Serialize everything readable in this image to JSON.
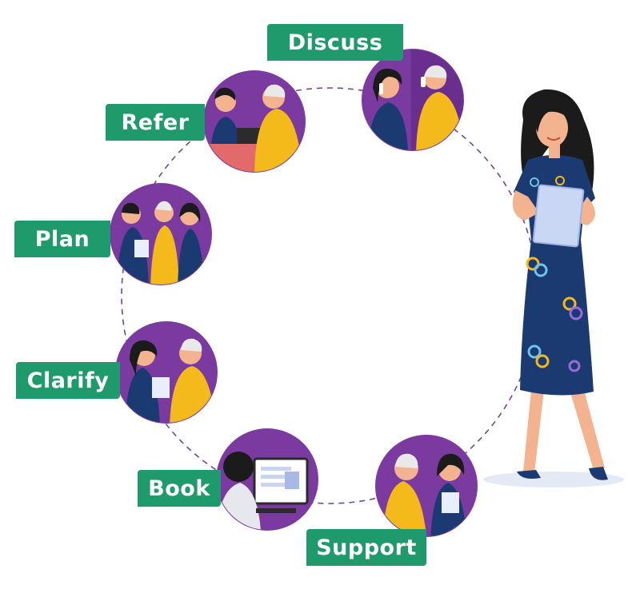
{
  "process": {
    "steps": [
      {
        "id": "discuss",
        "label": "Discuss"
      },
      {
        "id": "refer",
        "label": "Refer"
      },
      {
        "id": "plan",
        "label": "Plan"
      },
      {
        "id": "clarify",
        "label": "Clarify"
      },
      {
        "id": "book",
        "label": "Book"
      },
      {
        "id": "support",
        "label": "Support"
      }
    ]
  },
  "colors": {
    "label_green": "#1e9a6c",
    "circle_purple": "#7a3aa0",
    "dashed_ring": "#6b4a8f",
    "dress_navy": "#1b3a72",
    "sweater_yellow": "#f4b91a",
    "skin": "#f2b38e",
    "hair_dark": "#1b1b1b"
  },
  "icons": [
    "discuss-scene-icon",
    "refer-scene-icon",
    "plan-scene-icon",
    "clarify-scene-icon",
    "book-scene-icon",
    "support-scene-icon",
    "nurse-figure-icon"
  ]
}
